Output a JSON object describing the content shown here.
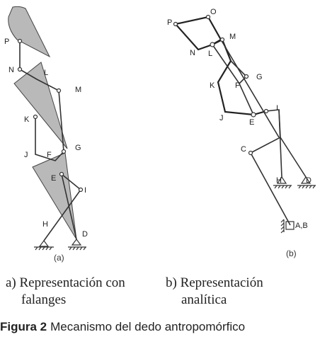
{
  "panel_a": {
    "points": [
      "P",
      "N",
      "L",
      "M",
      "K",
      "J",
      "F",
      "G",
      "E",
      "I",
      "H",
      "D"
    ],
    "label": "(a)"
  },
  "panel_b": {
    "points": [
      "P",
      "O",
      "M",
      "N",
      "L",
      "G",
      "K",
      "F",
      "J",
      "E",
      "I",
      "C",
      "H",
      "D",
      "A,B"
    ],
    "label": "(b)"
  },
  "captions": {
    "a_line1": "a) Representación  con",
    "a_line2": "falanges",
    "b_line1": "b) Representación",
    "b_line2": "analítica"
  },
  "figure": {
    "number": "Figura 2",
    "text": "Mecanismo del dedo antropomórfico"
  }
}
